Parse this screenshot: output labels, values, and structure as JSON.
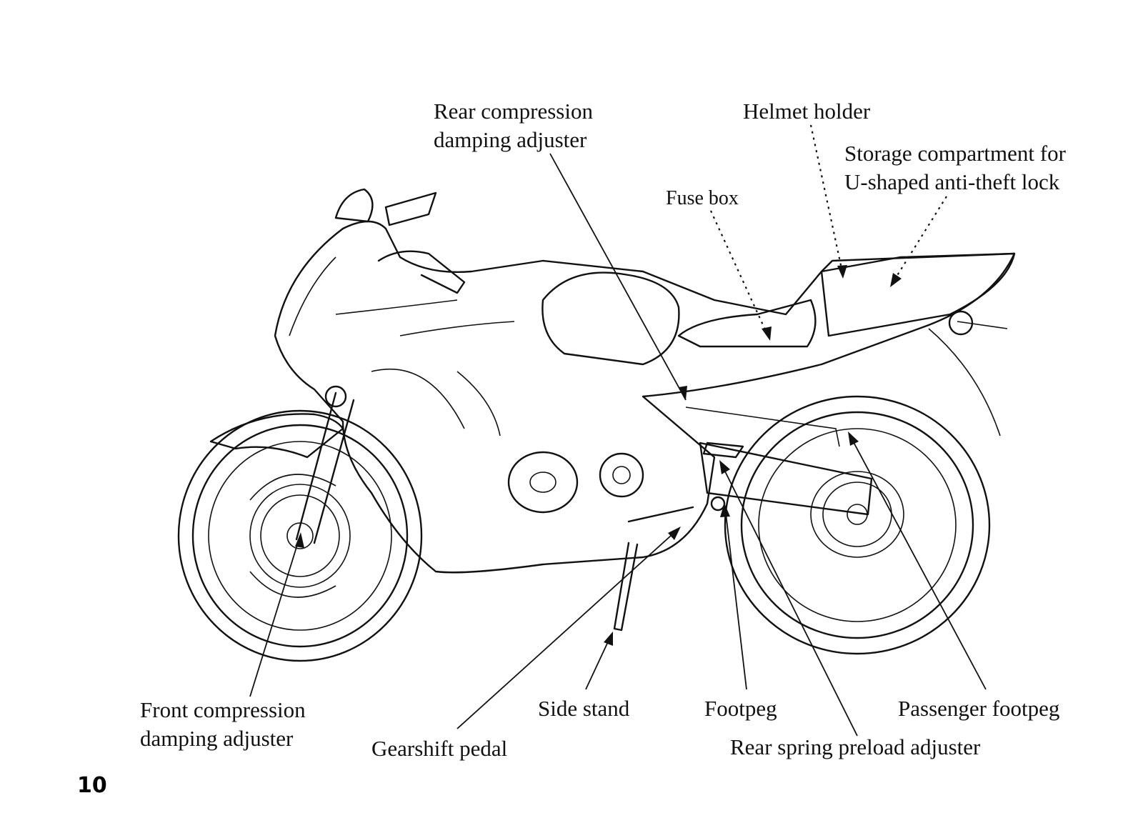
{
  "page_number": "10",
  "callouts": {
    "rear_compression": [
      "Rear compression",
      "damping adjuster"
    ],
    "helmet_holder": [
      "Helmet holder"
    ],
    "storage": [
      "Storage compartment for",
      "U-shaped anti-theft lock"
    ],
    "fuse_box": [
      "Fuse box"
    ],
    "front_compression": [
      "Front compression",
      "damping adjuster"
    ],
    "gearshift": [
      "Gearshift pedal"
    ],
    "side_stand": [
      "Side stand"
    ],
    "footpeg": [
      "Footpeg"
    ],
    "rear_spring": [
      "Rear spring preload adjuster"
    ],
    "passenger_footpeg": [
      "Passenger footpeg"
    ]
  }
}
